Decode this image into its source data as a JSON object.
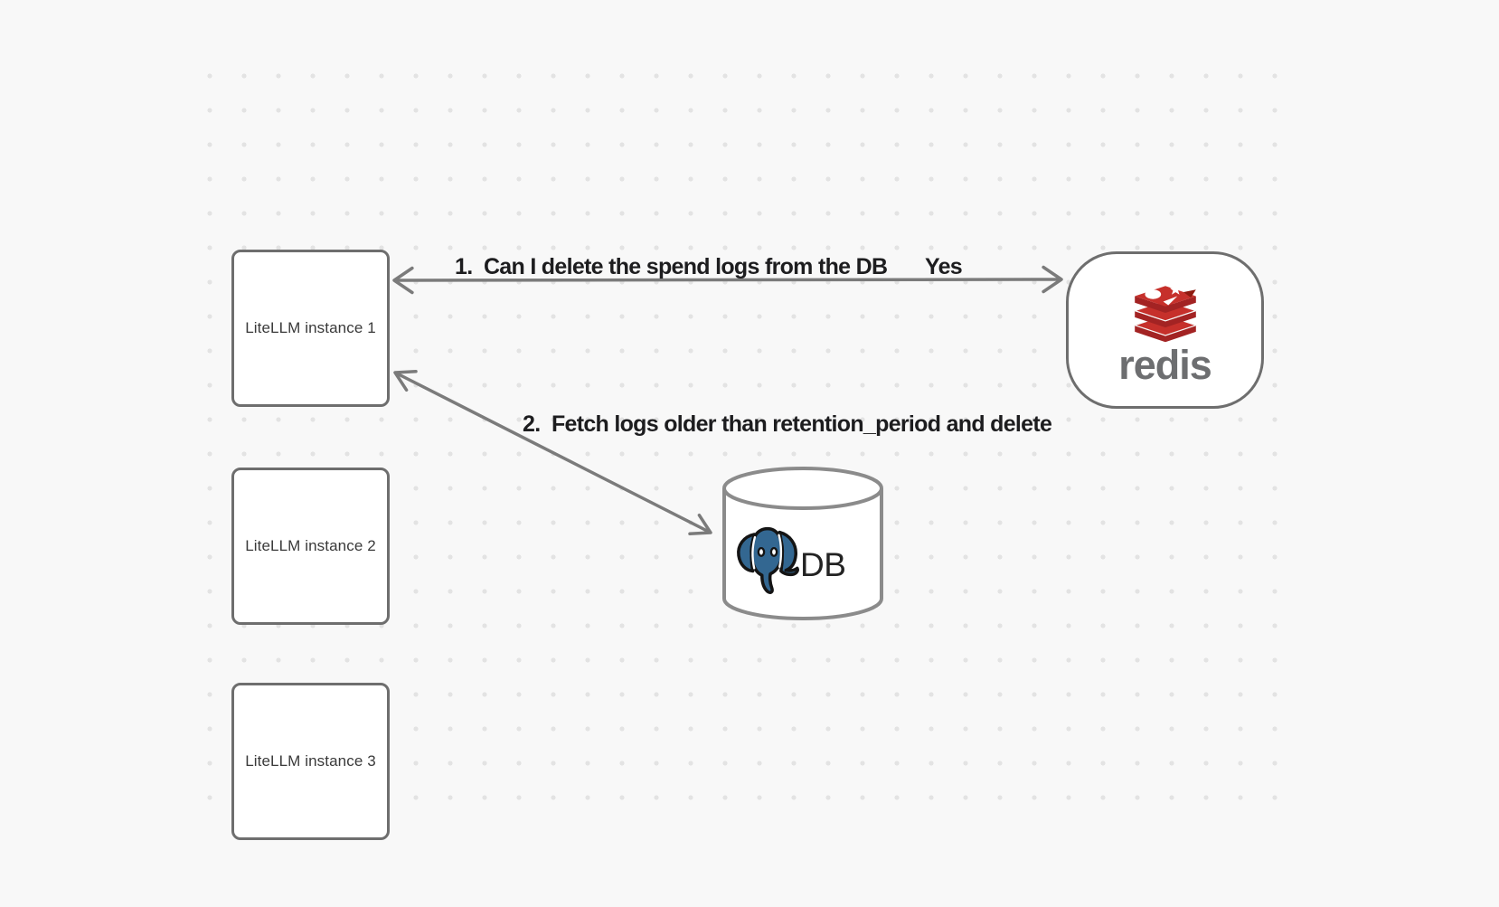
{
  "diagram": {
    "nodes": {
      "litellm1": {
        "label": "LiteLLM instance 1"
      },
      "litellm2": {
        "label": "LiteLLM instance 2"
      },
      "litellm3": {
        "label": "LiteLLM instance 3"
      },
      "redis": {
        "label": "redis",
        "icon": "redis-stack-logo"
      },
      "db": {
        "label": "DB",
        "icon": "postgresql-elephant-logo"
      }
    },
    "edges": {
      "redis_edge": {
        "label": "1.  Can I delete the spend logs from the DB",
        "answer": "Yes",
        "direction": "both"
      },
      "db_edge": {
        "label": "2.  Fetch logs older than retention_period and delete",
        "direction": "both"
      }
    },
    "colors": {
      "background": "#f8f8f8",
      "dot_grid": "#e3e3e3",
      "arrow": "#7b7b7b",
      "node_border": "#6e6e6e",
      "cylinder_border": "#8b8b8b",
      "node_text": "#3a3a3a",
      "edge_label_text": "#1d1d1f",
      "redis_red": "#c6302b",
      "redis_red_dark": "#a32323",
      "redis_red_notch": "#8e1a10",
      "redis_wordmark": "#6d6e70",
      "postgres_blue": "#336791",
      "db_text": "#232323"
    }
  }
}
